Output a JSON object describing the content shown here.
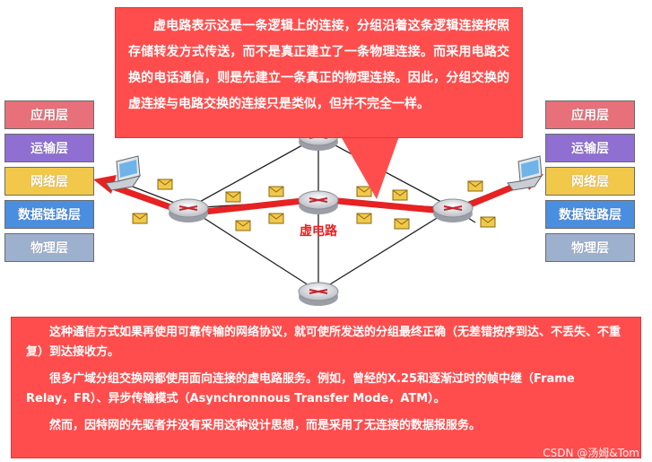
{
  "protocol_layers": [
    "应用层",
    "运输层",
    "网络层",
    "数据链路层",
    "物理层"
  ],
  "network_label": "虚电路",
  "top_callout": "虚电路表示这是一条逻辑上的连接，分组沿着这条逻辑连接按照存储转发方式传送，而不是真正建立了一条物理连接。而采用电路交换的电话通信，则是先建立一条真正的物理连接。因此，分组交换的虚连接与电路交换的连接只是类似，但并不完全一样。",
  "bottom_callout": {
    "p1": "这种通信方式如果再使用可靠传输的网络协议，就可使所发送的分组最终正确（无差错按序到达、不丢失、不重复）到达接收方。",
    "p2": "很多广域分组交换网都使用面向连接的虚电路服务。例如，曾经的X.25和逐渐过时的帧中继（Frame Relay，FR）、异步传输模式（Asynchronnous Transfer Mode，ATM）。",
    "p3": "然而，因特网的先驱者并没有采用这种设计思想，而是采用了无连接的数据报服务。"
  },
  "watermark": "CSDN @汤姆&Tom",
  "colors": {
    "callout_bg": "#ff4d4d",
    "virtual_circuit": "#e62222",
    "layer_app": "#e8707a",
    "layer_transport": "#8f6fd1",
    "layer_network": "#f2c84a",
    "layer_link": "#4a8ee0",
    "layer_physical": "#9db0cd",
    "packet": "#f2c84a"
  }
}
